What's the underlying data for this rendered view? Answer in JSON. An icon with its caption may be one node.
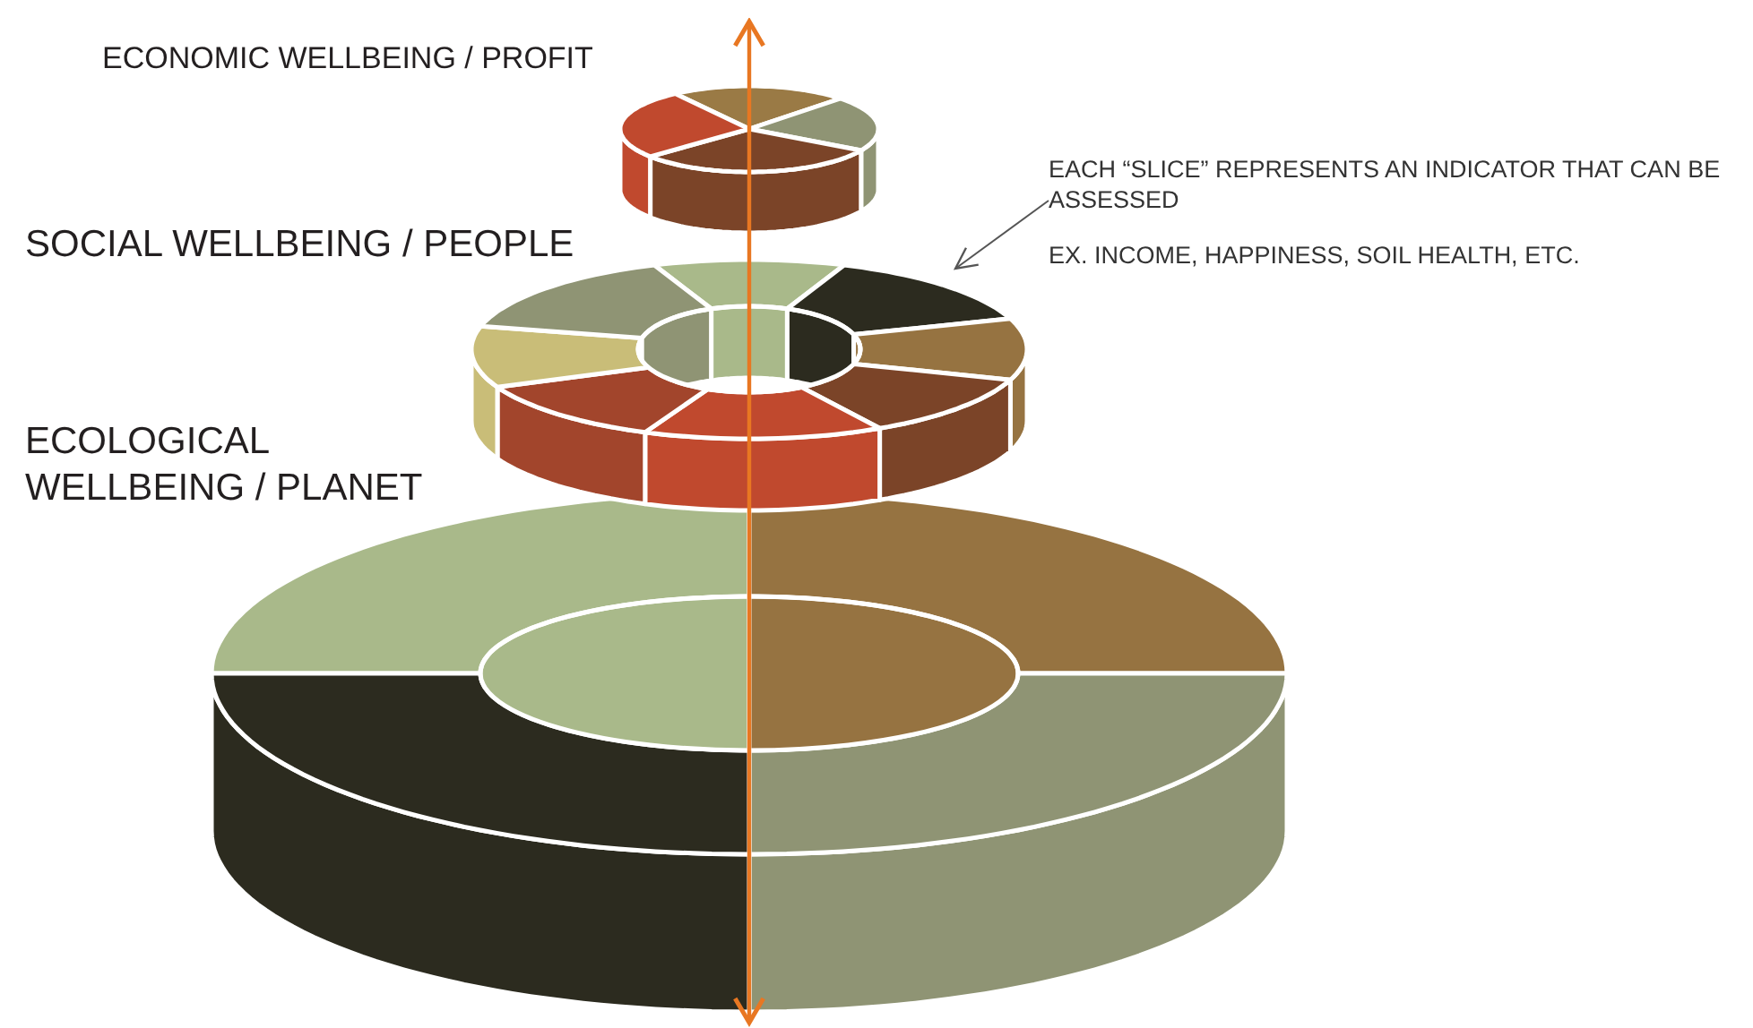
{
  "diagram": {
    "nodes": [
      {
        "text": [
          "EACH “SLICE” REPRESENTS AN INDICATOR THAT CAN BE ASSESSED",
          "EX. INCOME, HAPPINESS, SOIL HEALTH, ETC."
        ]
      },
      {
        "text": [],
        "shape": "ring"
      }
    ],
    "edges": [
      {
        "from": 0,
        "to": 1,
        "arrow": "to"
      }
    ],
    "labels": [
      "ECONOMIC WELLBEING / PROFIT",
      "SOCIAL WELLBEING / PEOPLE",
      "ECOLOGICAL WELLBEING / PLANET"
    ]
  }
}
